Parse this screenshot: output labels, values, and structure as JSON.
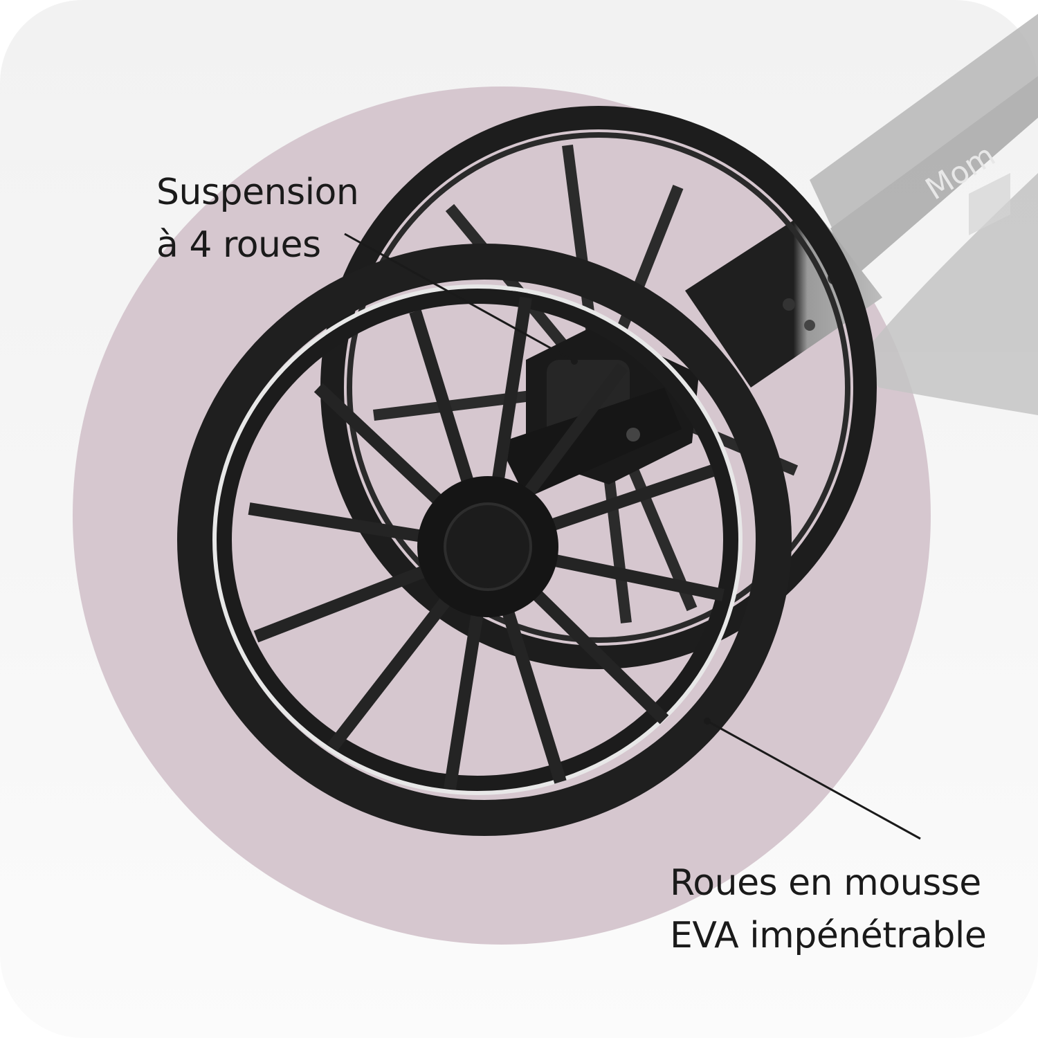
{
  "callouts": {
    "suspension": {
      "line1": "Suspension",
      "line2": "à 4 roues"
    },
    "wheels": {
      "line1": "Roues en mousse",
      "line2": "EVA impénétrable"
    }
  },
  "colors": {
    "background": "#f3f3f3",
    "accent_circle": "#d6c7cf",
    "wheel": "#1e1e1e",
    "frame_faded": "#b9b9b9",
    "text": "#1a1a1a"
  }
}
